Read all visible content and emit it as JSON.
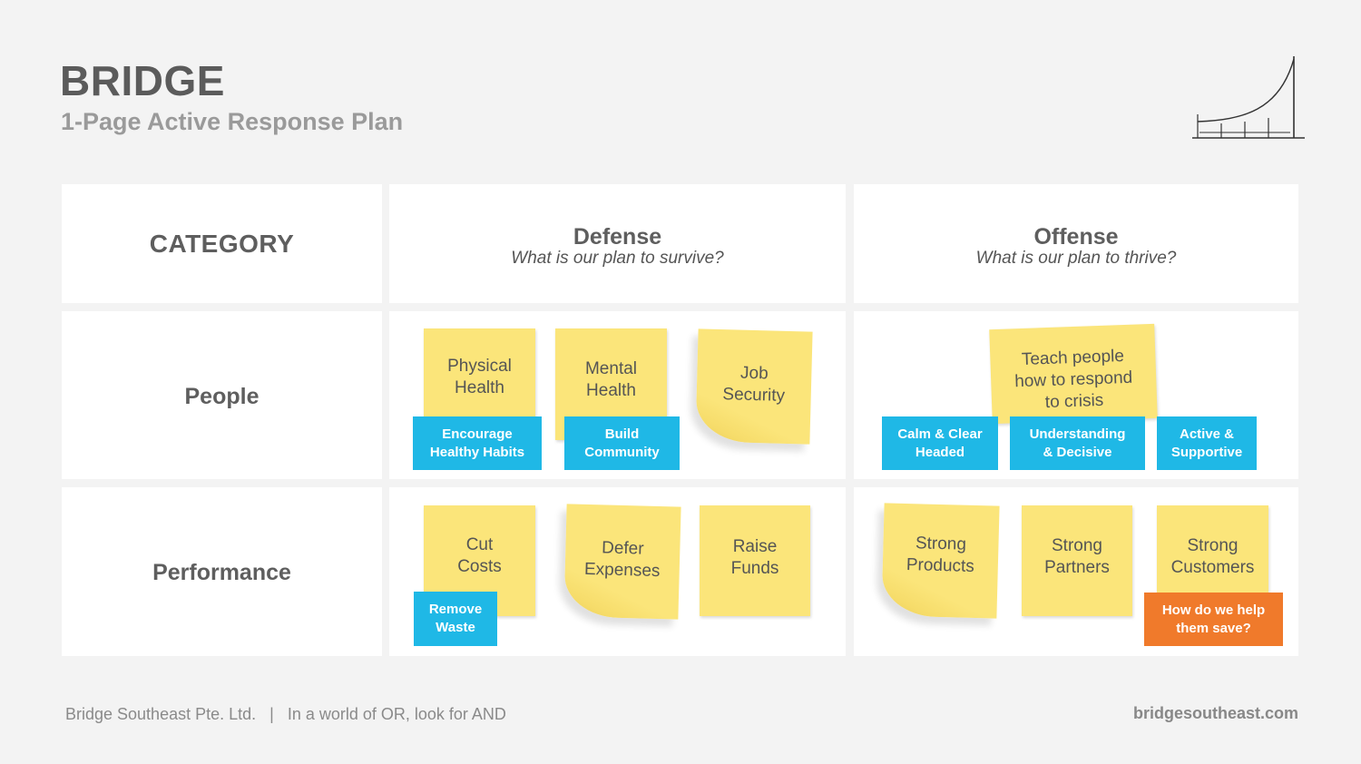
{
  "header": {
    "title": "BRIDGE",
    "subtitle": "1-Page Active Response Plan"
  },
  "table": {
    "category_label": "CATEGORY",
    "columns": [
      {
        "title": "Defense",
        "subtitle": "What is our plan to survive?"
      },
      {
        "title": "Offense",
        "subtitle": "What is our plan to thrive?"
      }
    ],
    "rows": [
      {
        "label": "People"
      },
      {
        "label": "Performance"
      }
    ]
  },
  "people_defense": {
    "notes": [
      [
        "Physical",
        "Health"
      ],
      [
        "Mental",
        "Health"
      ],
      [
        "Job",
        "Security"
      ]
    ],
    "tags": [
      [
        "Encourage",
        "Healthy Habits"
      ],
      [
        "Build",
        "Community"
      ]
    ]
  },
  "people_offense": {
    "notes": [
      [
        "Teach people",
        "how to respond",
        "to crisis"
      ]
    ],
    "tags": [
      [
        "Calm & Clear",
        "Headed"
      ],
      [
        "Understanding",
        "& Decisive"
      ],
      [
        "Active &",
        "Supportive"
      ]
    ]
  },
  "performance_defense": {
    "notes": [
      [
        "Cut",
        "Costs"
      ],
      [
        "Defer",
        "Expenses"
      ],
      [
        "Raise",
        "Funds"
      ]
    ],
    "tags": [
      [
        "Remove",
        "Waste"
      ]
    ]
  },
  "performance_offense": {
    "notes": [
      [
        "Strong",
        "Products"
      ],
      [
        "Strong",
        "Partners"
      ],
      [
        "Strong",
        "Customers"
      ]
    ],
    "tags": [
      [
        "How do we help",
        "them save?"
      ]
    ]
  },
  "colors": {
    "sticky_note": "#fbe57a",
    "tag_blue": "#1fb8e6",
    "tag_orange": "#f07a2b",
    "text_dark": "#5e5e5e"
  },
  "footer": {
    "left": "Bridge Southeast Pte. Ltd.   |   In a world of OR, look for AND",
    "right": "bridgesoutheast.com"
  }
}
